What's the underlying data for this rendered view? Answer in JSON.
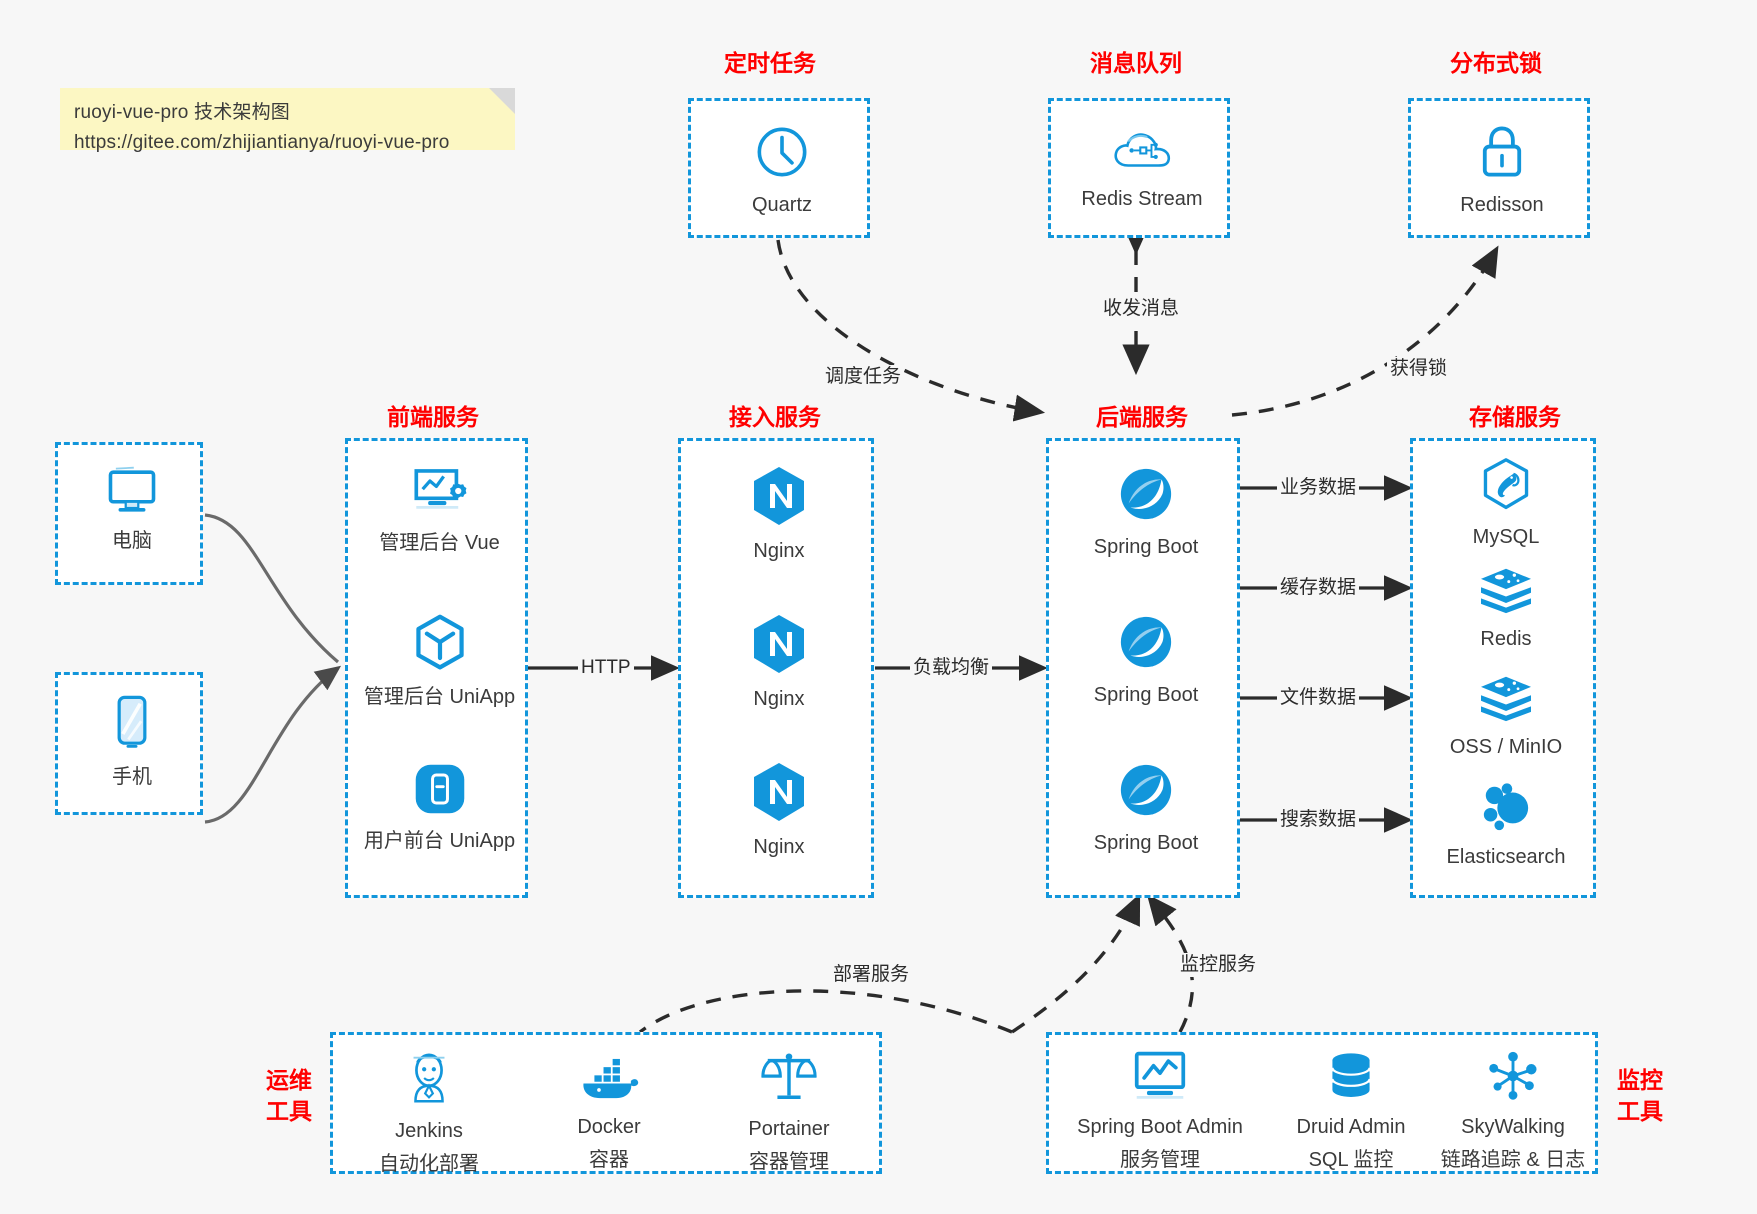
{
  "note": {
    "line1": "ruoyi-vue-pro 技术架构图",
    "line2": "https://gitee.com/zhijiantianya/ruoyi-vue-pro"
  },
  "colors": {
    "accent": "#1296db",
    "title": "#ff0000",
    "text": "#3b3b3b",
    "background": "#f7f7f7",
    "note_bg": "#fcf7c3",
    "wire": "#2b2b2b"
  },
  "groups": {
    "scheduler": {
      "title": "定时任务",
      "nodes": [
        {
          "label": "Quartz",
          "icon": "clock-icon"
        }
      ]
    },
    "mq": {
      "title": "消息队列",
      "nodes": [
        {
          "label": "Redis Stream",
          "icon": "cloud-network-icon"
        }
      ]
    },
    "lock": {
      "title": "分布式锁",
      "nodes": [
        {
          "label": "Redisson",
          "icon": "padlock-icon"
        }
      ]
    },
    "clients": {
      "title": "",
      "nodes": [
        {
          "label": "电脑",
          "icon": "desktop-monitor-icon"
        },
        {
          "label": "手机",
          "icon": "smartphone-icon"
        }
      ]
    },
    "frontend": {
      "title": "前端服务",
      "nodes": [
        {
          "label": "管理后台 Vue",
          "icon": "dashboard-gear-icon"
        },
        {
          "label": "管理后台 UniApp",
          "icon": "cube-icon"
        },
        {
          "label": "用户前台 UniApp",
          "icon": "mobile-app-icon"
        }
      ]
    },
    "gateway": {
      "title": "接入服务",
      "nodes": [
        {
          "label": "Nginx",
          "icon": "nginx-icon"
        },
        {
          "label": "Nginx",
          "icon": "nginx-icon"
        },
        {
          "label": "Nginx",
          "icon": "nginx-icon"
        }
      ]
    },
    "backend": {
      "title": "后端服务",
      "nodes": [
        {
          "label": "Spring Boot",
          "icon": "spring-boot-leaf-icon"
        },
        {
          "label": "Spring Boot",
          "icon": "spring-boot-leaf-icon"
        },
        {
          "label": "Spring Boot",
          "icon": "spring-boot-leaf-icon"
        }
      ]
    },
    "storage": {
      "title": "存储服务",
      "nodes": [
        {
          "label": "MySQL",
          "icon": "mysql-dolphin-icon"
        },
        {
          "label": "Redis",
          "icon": "redis-stack-icon"
        },
        {
          "label": "OSS / MinIO",
          "icon": "object-storage-stack-icon"
        },
        {
          "label": "Elasticsearch",
          "icon": "elasticsearch-icon"
        }
      ]
    },
    "devops": {
      "title": "运维\n工具",
      "title_lines": [
        "运维",
        "工具"
      ],
      "nodes": [
        {
          "label": "Jenkins",
          "sub": "自动化部署",
          "icon": "jenkins-butler-icon"
        },
        {
          "label": "Docker",
          "sub": "容器",
          "icon": "docker-whale-icon"
        },
        {
          "label": "Portainer",
          "sub": "容器管理",
          "icon": "scales-balance-icon"
        }
      ]
    },
    "monitor": {
      "title_lines": [
        "监控",
        "工具"
      ],
      "nodes": [
        {
          "label": "Spring Boot Admin",
          "sub": "服务管理",
          "icon": "monitor-chart-icon"
        },
        {
          "label": "Druid Admin",
          "sub": "SQL 监控",
          "icon": "database-cylinder-icon"
        },
        {
          "label": "SkyWalking",
          "sub": "链路追踪 & 日志",
          "icon": "network-nodes-icon"
        }
      ]
    }
  },
  "edges": [
    {
      "id": "schedule",
      "label": "调度任务",
      "from": "scheduler",
      "to": "backend",
      "style": "dashed"
    },
    {
      "id": "messaging",
      "label": "收发消息",
      "from": "mq",
      "to": "backend",
      "style": "dashed",
      "bidirectional": true
    },
    {
      "id": "getlock",
      "label": "获得锁",
      "from": "backend",
      "to": "lock",
      "style": "dashed"
    },
    {
      "id": "http",
      "label": "HTTP",
      "from": "frontend",
      "to": "gateway",
      "style": "solid"
    },
    {
      "id": "lb",
      "label": "负载均衡",
      "from": "gateway",
      "to": "backend",
      "style": "solid"
    },
    {
      "id": "bizdata",
      "label": "业务数据",
      "from": "backend",
      "to": "storage",
      "style": "solid"
    },
    {
      "id": "cachedata",
      "label": "缓存数据",
      "from": "backend",
      "to": "storage",
      "style": "solid"
    },
    {
      "id": "filedata",
      "label": "文件数据",
      "from": "backend",
      "to": "storage",
      "style": "solid"
    },
    {
      "id": "searchdata",
      "label": "搜索数据",
      "from": "backend",
      "to": "storage",
      "style": "solid"
    },
    {
      "id": "deploy",
      "label": "部署服务",
      "from": "devops",
      "to": "backend",
      "style": "dashed"
    },
    {
      "id": "monitoring",
      "label": "监控服务",
      "from": "monitor",
      "to": "backend",
      "style": "dashed"
    }
  ]
}
